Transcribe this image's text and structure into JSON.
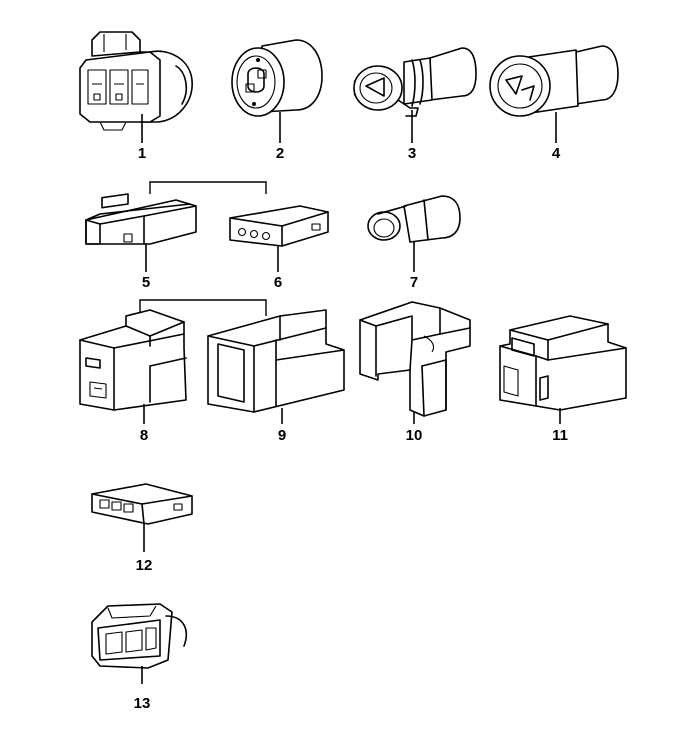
{
  "diagram": {
    "parts": [
      {
        "id": "1",
        "label": "1"
      },
      {
        "id": "2",
        "label": "2"
      },
      {
        "id": "3",
        "label": "3"
      },
      {
        "id": "4",
        "label": "4"
      },
      {
        "id": "5",
        "label": "5"
      },
      {
        "id": "6",
        "label": "6"
      },
      {
        "id": "7",
        "label": "7"
      },
      {
        "id": "8",
        "label": "8"
      },
      {
        "id": "9",
        "label": "9"
      },
      {
        "id": "10",
        "label": "10"
      },
      {
        "id": "11",
        "label": "11"
      },
      {
        "id": "12",
        "label": "12"
      },
      {
        "id": "13",
        "label": "13"
      }
    ],
    "groups": [
      {
        "members": [
          "5",
          "6"
        ]
      },
      {
        "members": [
          "8",
          "9"
        ]
      }
    ],
    "colors": {
      "ink": "#000000",
      "paper": "#ffffff"
    }
  }
}
